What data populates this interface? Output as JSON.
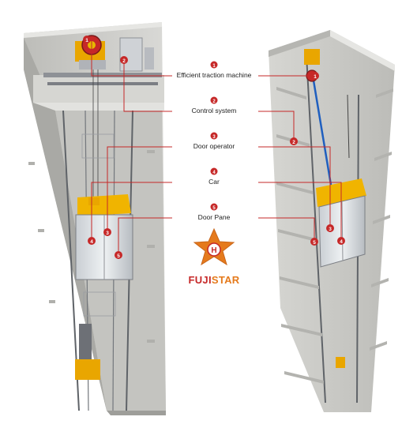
{
  "components": [
    {
      "number": "1",
      "label": "Efficient traction machine"
    },
    {
      "number": "2",
      "label": "Control system"
    },
    {
      "number": "3",
      "label": "Door operator"
    },
    {
      "number": "4",
      "label": "Car"
    },
    {
      "number": "5",
      "label": "Door Pane"
    }
  ],
  "logo": {
    "emblem_letter": "H",
    "brand_part_1": "FUJI",
    "brand_part_2": "STAR"
  },
  "colors": {
    "callout_red": "#c62828",
    "brand_red": "#c62828",
    "brand_orange": "#e57a1c",
    "shaft_wall": "#cfcfcc",
    "car_frame": "#f0b400"
  }
}
